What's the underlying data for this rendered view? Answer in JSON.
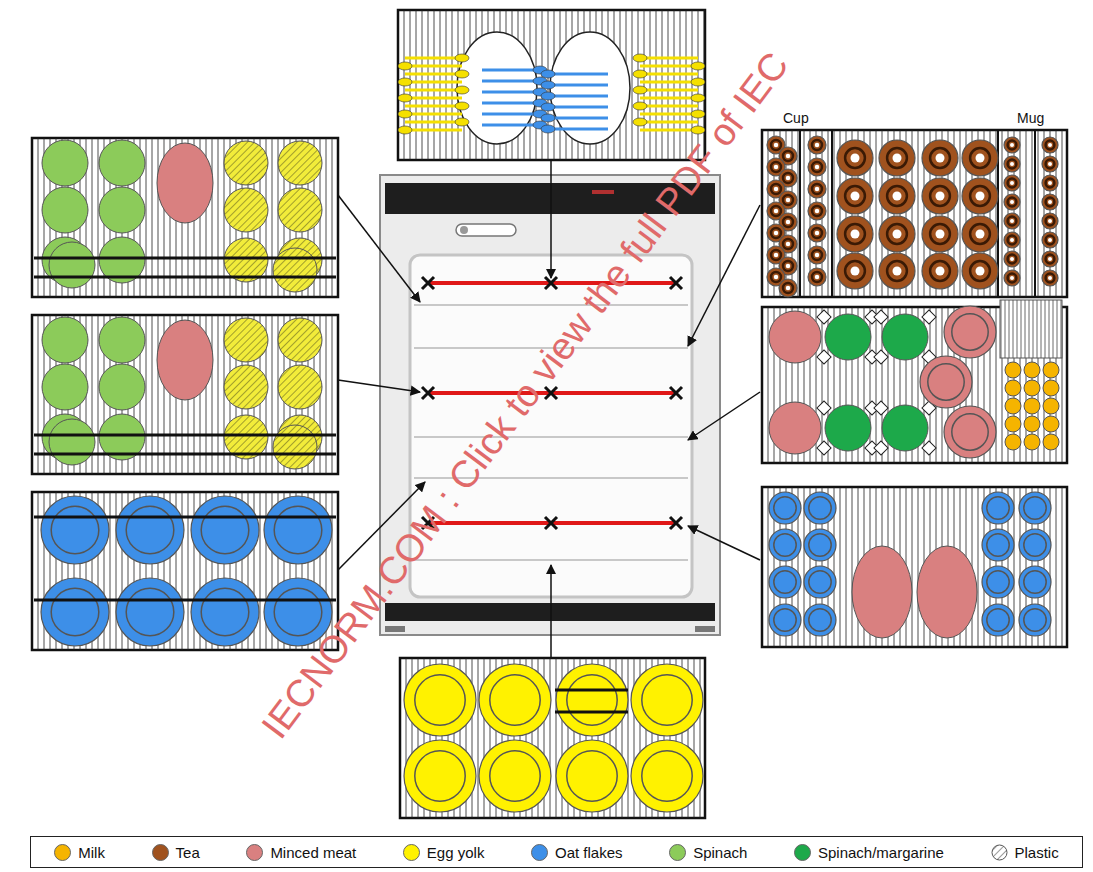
{
  "diagram": {
    "labels": [
      "Cup",
      "Mug",
      "IECNORM.COM : Click to view the full PDF of IEC"
    ],
    "legend": [
      {
        "text": "Milk",
        "color": "#f5b400"
      },
      {
        "text": "Tea",
        "color": "#a0521e"
      },
      {
        "text": "Minced meat",
        "color": "#d98080"
      },
      {
        "text": "Egg yolk",
        "color": "#fff200"
      },
      {
        "text": "Oat flakes",
        "color": "#3d8fe8"
      },
      {
        "text": "Spinach",
        "color": "#8ccb5a"
      },
      {
        "text": "Spinach/margarine",
        "color": "#1da94a"
      },
      {
        "text": "Plastic"
      }
    ]
  }
}
